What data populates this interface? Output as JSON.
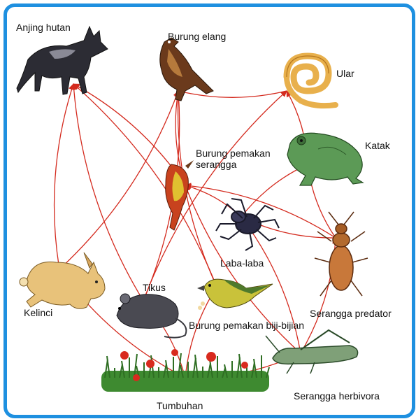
{
  "colors": {
    "border": "#1e90e0",
    "arrow": "#d42a1e"
  },
  "organisms": {
    "wolf": "Anjing hutan",
    "eagle": "Burung elang",
    "snake": "Ular",
    "frog": "Katak",
    "insectivore_bird": "Burung pemakan\nserangga",
    "spider": "Laba-laba",
    "rabbit": "Kelinci",
    "mouse": "Tikus",
    "seed_bird": "Burung pemakan biji-bijian",
    "predator_insect": "Serangga predator",
    "herbivore_insect": "Serangga herbivora",
    "plants": "Tumbuhan"
  },
  "relations": [
    [
      "plants",
      "rabbit"
    ],
    [
      "plants",
      "mouse"
    ],
    [
      "plants",
      "seed_bird"
    ],
    [
      "plants",
      "herbivore_insect"
    ],
    [
      "rabbit",
      "wolf"
    ],
    [
      "rabbit",
      "eagle"
    ],
    [
      "mouse",
      "wolf"
    ],
    [
      "mouse",
      "eagle"
    ],
    [
      "mouse",
      "snake"
    ],
    [
      "seed_bird",
      "wolf"
    ],
    [
      "seed_bird",
      "eagle"
    ],
    [
      "insectivore_bird",
      "wolf"
    ],
    [
      "insectivore_bird",
      "eagle"
    ],
    [
      "spider",
      "insectivore_bird"
    ],
    [
      "spider",
      "frog"
    ],
    [
      "herbivore_insect",
      "spider"
    ],
    [
      "herbivore_insect",
      "insectivore_bird"
    ],
    [
      "herbivore_insect",
      "predator_insect"
    ],
    [
      "predator_insect",
      "frog"
    ],
    [
      "predator_insect",
      "insectivore_bird"
    ],
    [
      "predator_insect",
      "spider"
    ],
    [
      "frog",
      "snake"
    ],
    [
      "snake",
      "eagle"
    ]
  ]
}
